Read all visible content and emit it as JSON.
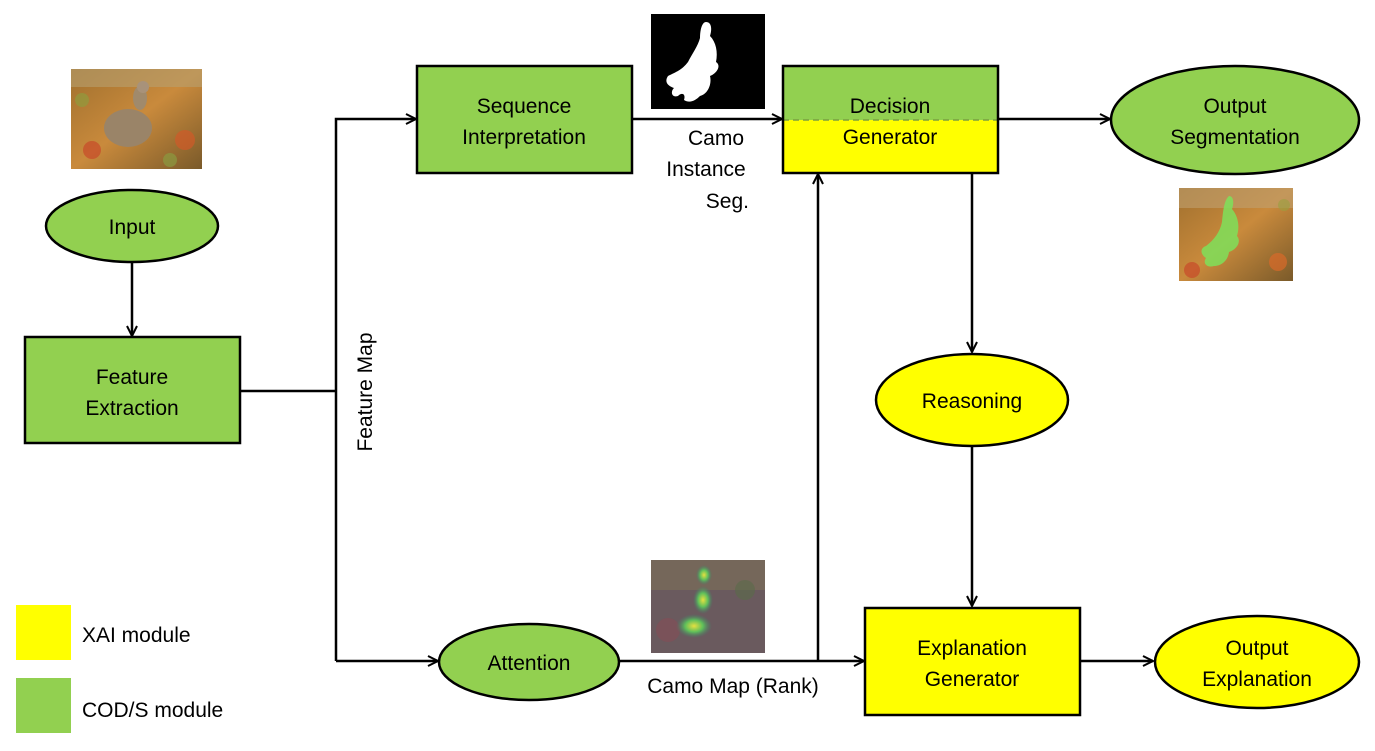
{
  "colors": {
    "xai": "#ffff00",
    "cod": "#92d050",
    "stroke": "#000000",
    "background": "#ffffff"
  },
  "nodes": {
    "input": {
      "label": "Input"
    },
    "feature_extraction": {
      "line1": "Feature",
      "line2": "Extraction"
    },
    "sequence_interpretation": {
      "line1": "Sequence",
      "line2": "Interpretation"
    },
    "decision_generator": {
      "line1": "Decision",
      "line2": "Generator"
    },
    "output_segmentation": {
      "line1": "Output",
      "line2": "Segmentation"
    },
    "reasoning": {
      "label": "Reasoning"
    },
    "attention": {
      "label": "Attention"
    },
    "explanation_generator": {
      "line1": "Explanation",
      "line2": "Generator"
    },
    "output_explanation": {
      "line1": "Output",
      "line2": "Explanation"
    }
  },
  "edge_labels": {
    "feature_map": "Feature Map",
    "camo_instance_line1": "Camo",
    "camo_instance_line2": "Instance",
    "camo_instance_line3": "Seg.",
    "camo_map_rank": "Camo Map (Rank)"
  },
  "legend": {
    "xai_label": "XAI module",
    "cod_label": "COD/S module"
  },
  "images": {
    "input_photo": "camouflaged-bird-photo",
    "instance_mask": "bird-segmentation-mask",
    "attention_heatmap": "bird-attention-heatmap",
    "segmentation_overlay": "bird-segmentation-overlay"
  }
}
